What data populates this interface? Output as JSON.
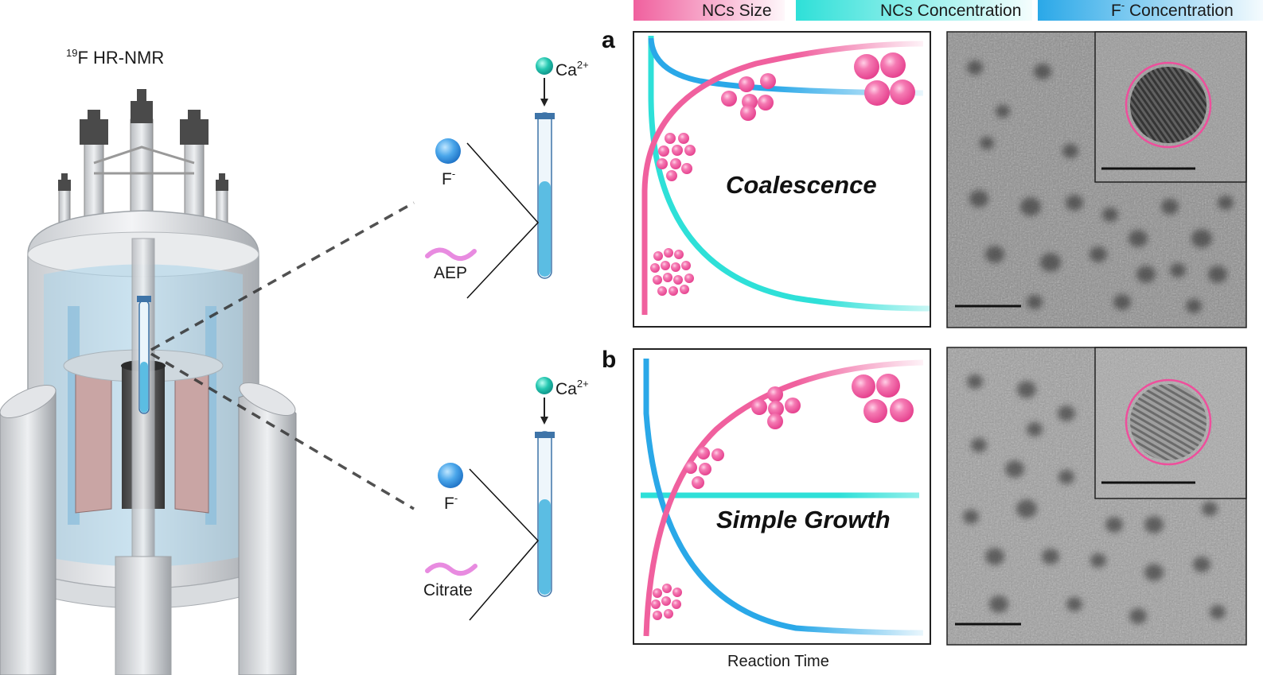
{
  "figure": {
    "nmr_label_sup": "19",
    "nmr_label": "F HR-NMR",
    "legend": [
      {
        "label": "NCs Size",
        "color": "#f0609e"
      },
      {
        "label": "NCs Concentration",
        "color": "#2ee0d8"
      },
      {
        "label": "F",
        "label_sup": "-",
        "label_tail": " Concentration",
        "color": "#2aa8e8"
      }
    ],
    "panel_a": {
      "letter": "a",
      "cation": "Ca",
      "cation_sup": "2+",
      "anion": "F",
      "anion_sup": "-",
      "ligand": "AEP",
      "process": "Coalescence"
    },
    "panel_b": {
      "letter": "b",
      "cation": "Ca",
      "cation_sup": "2+",
      "anion": "F",
      "anion_sup": "-",
      "ligand": "Citrate",
      "process": "Simple Growth"
    },
    "x_axis": "Reaction Time",
    "colors": {
      "pink": "#f0609e",
      "cyan": "#2ee0d8",
      "blue": "#2aa8e8",
      "tube_liquid": "#5bbde3",
      "magnet": "#b98c8c"
    }
  }
}
